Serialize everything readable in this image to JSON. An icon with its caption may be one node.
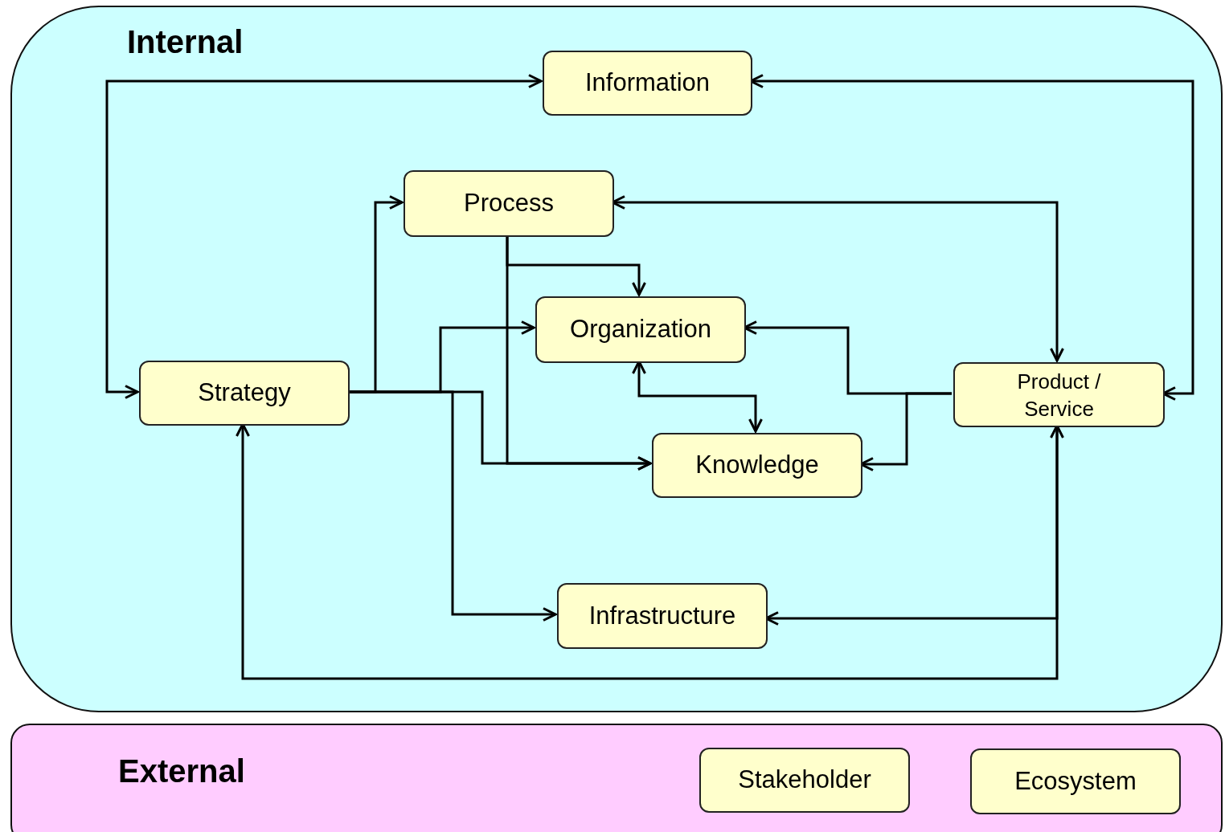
{
  "diagram": {
    "nodes": [
      {
        "text": [
          "Internal"
        ]
      },
      {
        "text": [
          "Information"
        ],
        "in": 0
      },
      {
        "text": [
          "Process"
        ],
        "in": 0
      },
      {
        "text": [
          "Organization"
        ],
        "in": 0
      },
      {
        "text": [
          "Strategy"
        ],
        "in": 0
      },
      {
        "text": [
          "Product / Service"
        ],
        "in": 0
      },
      {
        "text": [
          "Knowledge"
        ],
        "in": 0
      },
      {
        "text": [
          "Infrastructure"
        ],
        "in": 0
      },
      {
        "text": [
          "External"
        ]
      },
      {
        "text": [
          "Stakeholder"
        ],
        "in": 8
      },
      {
        "text": [
          "Ecosystem"
        ],
        "in": 8
      }
    ],
    "edges": [
      {
        "from": 1,
        "to": 4,
        "arrow": "both"
      },
      {
        "from": 1,
        "to": 5,
        "arrow": "both"
      },
      {
        "from": 4,
        "to": 2,
        "arrow": "to"
      },
      {
        "from": 4,
        "to": 3,
        "arrow": "to"
      },
      {
        "from": 4,
        "to": 6,
        "arrow": "to"
      },
      {
        "from": 4,
        "to": 7,
        "arrow": "to"
      },
      {
        "from": 2,
        "to": 3,
        "arrow": "to"
      },
      {
        "from": 2,
        "to": 6,
        "arrow": "to"
      },
      {
        "from": 2,
        "to": 5,
        "arrow": "both"
      },
      {
        "from": 5,
        "to": 3,
        "arrow": "to"
      },
      {
        "from": 5,
        "to": 6,
        "arrow": "to"
      },
      {
        "from": 3,
        "to": 6,
        "arrow": "both"
      },
      {
        "from": 4,
        "to": 5,
        "arrow": "both"
      },
      {
        "from": 5,
        "to": 7,
        "arrow": "to"
      }
    ]
  }
}
